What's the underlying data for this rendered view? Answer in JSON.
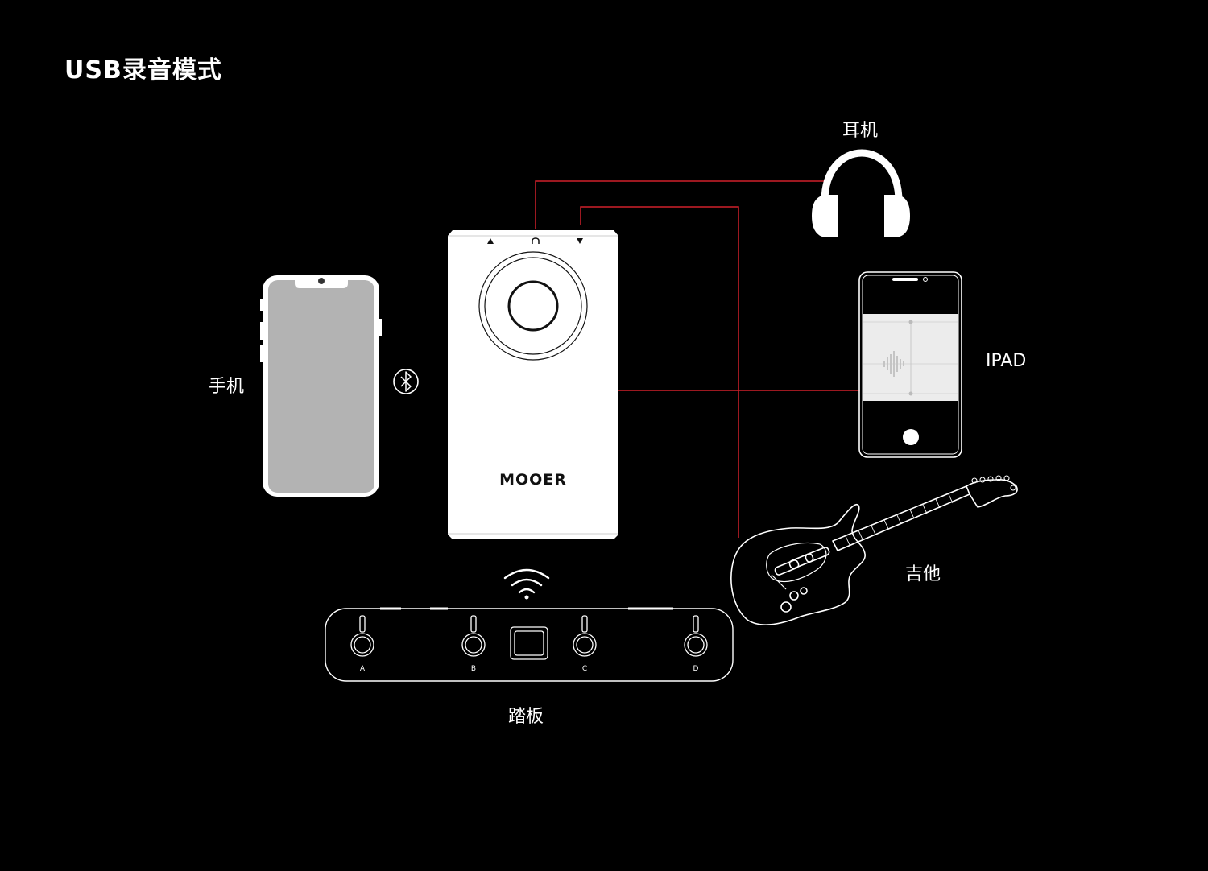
{
  "title": "USB录音模式",
  "labels": {
    "headphones": "耳机",
    "phone": "手机",
    "ipad": "IPAD",
    "guitar": "吉他",
    "pedal": "踏板"
  },
  "device": {
    "brand": "MOOER"
  },
  "footswitches": [
    "A",
    "B",
    "C",
    "D"
  ],
  "colors": {
    "background": "#000000",
    "cable": "#d0202a",
    "device_body": "#ffffff",
    "phone_screen": "#b3b3b3",
    "ipad_screen": "#ececec"
  },
  "icons": {
    "bluetooth": "bluetooth-icon",
    "wifi": "wifi-icon"
  }
}
